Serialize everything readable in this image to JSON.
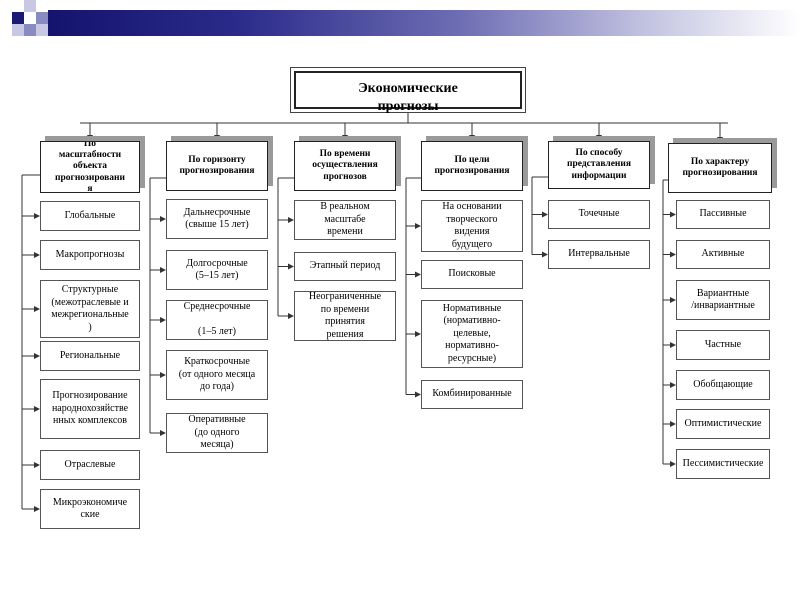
{
  "title": "Экономические\nпрогнозы",
  "columns": [
    {
      "id": "scale",
      "header": "По\nмасштабности\nобъекта\nпрогнозировани\nя",
      "items": [
        "Глобальные",
        "Макропрогнозы",
        "Структурные\n(межотраслевые и\nмежрегиональные\n)",
        "Региональные",
        "Прогнозирование\nнароднохозяйстве\nнных комплексов",
        "Отраслевые",
        "Микроэкономиче\nские"
      ]
    },
    {
      "id": "horizon",
      "header": "По горизонту\nпрогнозирования",
      "items": [
        "Дальнесрочные\n(свыше 15 лет)",
        "Долгосрочные\n(5–15 лет)",
        "Среднесрочные\n\n(1–5 лет)",
        "Краткосрочные\n(от одного месяца\nдо года)",
        "Оперативные\n(до одного\nмесяца)"
      ]
    },
    {
      "id": "time",
      "header": "По времени\nосуществления\nпрогнозов",
      "items": [
        "В реальном\nмасштабе\nвремени",
        "Этапный период",
        "Неограниченные\nпо времени\nпринятия\nрешения"
      ]
    },
    {
      "id": "purpose",
      "header": "По цели\nпрогнозирования",
      "items": [
        "На основании\nтворческого\nвидения\nбудущего",
        "Поисковые",
        "Нормативные\n(нормативно-\nцелевые,\nнормативно-\nресурсные)",
        "Комбинированные"
      ]
    },
    {
      "id": "presentation",
      "header": "По способу\nпредставления\nинформации",
      "items": [
        "Точечные",
        "Интервальные"
      ]
    },
    {
      "id": "character",
      "header": "По характеру\nпрогнозирования",
      "items": [
        "Пассивные",
        "Активные",
        "Вариантные\n/инвариантные",
        "Частные",
        "Обобщающие",
        "Оптимистические",
        "Пессимистические"
      ]
    }
  ],
  "colors": {
    "line": "#333333",
    "shadow": "#9a9a9a",
    "bar_dark": "#14146e",
    "square_dark": "#1b1b73",
    "square_mid": "#8a8ac2",
    "square_light": "#c8c8e4"
  }
}
